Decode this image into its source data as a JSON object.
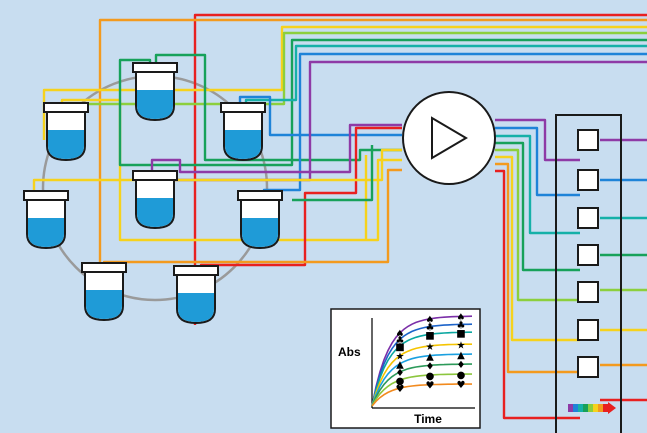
{
  "inset_plot": {
    "xlabel": "Time",
    "ylabel": "Abs",
    "curve_colors": [
      "#7b2fa8",
      "#1c63c9",
      "#0aa7a0",
      "#f5c400",
      "#1aa0e0",
      "#2c9a5a",
      "#8cc63e",
      "#f28a1e"
    ],
    "markers": [
      "spade",
      "club",
      "square",
      "star",
      "triangle",
      "diamond",
      "circle",
      "heart"
    ]
  },
  "colors": {
    "background": "#c8ddf0",
    "liquid": "#1f9bd7",
    "tube_line": "#1a1a1a",
    "red": "#e82020",
    "orange": "#f39a1e",
    "yellow": "#f6d21c",
    "lightgreen": "#8ccf3d",
    "green": "#17a15a",
    "teal": "#15b0a8",
    "blue": "#1e83d8",
    "purple": "#8e3aa6"
  },
  "icons": [
    "play-triangle-icon",
    "color-stripe-arrow-icon"
  ]
}
